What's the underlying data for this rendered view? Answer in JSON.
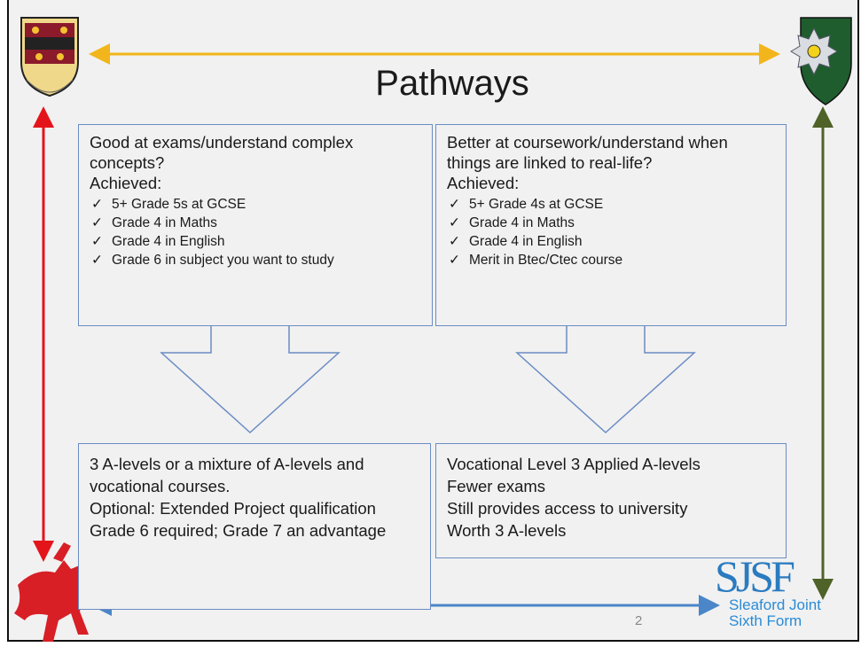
{
  "slide": {
    "title": "Pathways",
    "page_number": "2"
  },
  "left_criteria": {
    "question": "Good at exams/understand complex concepts?",
    "achieved_label": "Achieved:",
    "tick": "✓",
    "items": [
      "5+ Grade 5s at GCSE",
      "Grade 4 in Maths",
      "Grade 4 in English",
      "Grade 6 in subject you want to study"
    ]
  },
  "right_criteria": {
    "question": "Better at coursework/understand when things are linked to real-life?",
    "achieved_label": "Achieved:",
    "tick": "✓",
    "items": [
      "5+ Grade 4s at GCSE",
      "Grade 4 in Maths",
      "Grade 4 in English",
      "Merit in Btec/Ctec course"
    ]
  },
  "left_outcome": {
    "lines": [
      "3 A-levels or a mixture of A-levels and vocational courses.",
      "Optional: Extended Project qualification",
      "Grade 6 required; Grade 7 an advantage"
    ]
  },
  "right_outcome": {
    "lines": [
      "Vocational Level 3 Applied A-levels",
      "Fewer exams",
      "Still provides access to university",
      "Worth 3 A-levels"
    ]
  },
  "logos": {
    "sjsf_mark": "SJSF",
    "sjsf_line1": "Sleaford Joint",
    "sjsf_line2": "Sixth Form"
  },
  "colors": {
    "top_arrow": "#f2b51b",
    "left_arrow": "#e4141b",
    "right_arrow": "#4f6228",
    "bottom_arrow": "#4a86c8",
    "box_border": "#6b8cc4"
  }
}
